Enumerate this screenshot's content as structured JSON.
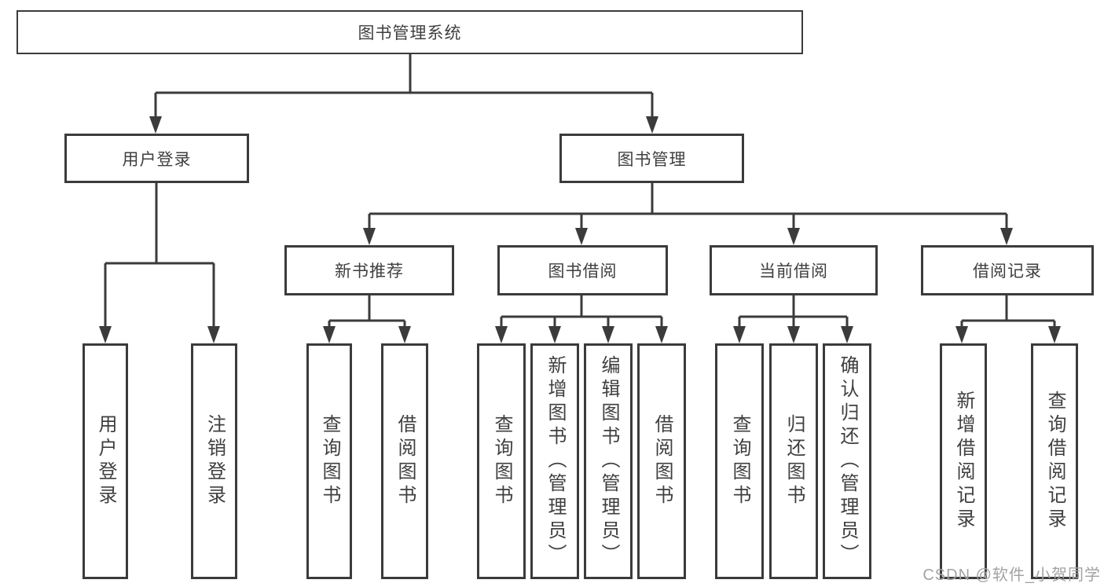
{
  "diagram": {
    "type": "tree",
    "title": "图书管理系统",
    "watermark": "CSDN @软件_小贺同学",
    "colors": {
      "line": "#3b3b3b",
      "box_border": "#3b3b3b",
      "box_bg": "#ffffff",
      "text": "#3f3f3f",
      "watermark": "#a3a3a3"
    },
    "nodes": {
      "root": {
        "label": "图书管理系统"
      },
      "user_login": {
        "label": "用户登录"
      },
      "book_mgmt": {
        "label": "图书管理"
      },
      "new_book_rec": {
        "label": "新书推荐"
      },
      "book_borrow": {
        "label": "图书借阅"
      },
      "current_borrow": {
        "label": "当前借阅"
      },
      "borrow_record": {
        "label": "借阅记录"
      },
      "leaf_user_login": {
        "label": "用户登录"
      },
      "leaf_logout": {
        "label": "注销登录"
      },
      "leaf_query_book_rec": {
        "label": "查询图书"
      },
      "leaf_borrow_book_rec": {
        "label": "借阅图书"
      },
      "leaf_query_book_borrow": {
        "label": "查询图书"
      },
      "leaf_add_book": {
        "label": "新增图书（管理员）"
      },
      "leaf_edit_book": {
        "label": "编辑图书（管理员）"
      },
      "leaf_borrow_book": {
        "label": "借阅图书"
      },
      "leaf_query_book_current": {
        "label": "查询图书"
      },
      "leaf_return_book": {
        "label": "归还图书"
      },
      "leaf_confirm_return": {
        "label": "确认归还（管理员）"
      },
      "leaf_add_record": {
        "label": "新增借阅记录"
      },
      "leaf_query_record": {
        "label": "查询借阅记录"
      }
    },
    "hierarchy": {
      "图书管理系统": [
        "用户登录",
        "图书管理"
      ],
      "用户登录": [
        "用户登录",
        "注销登录"
      ],
      "图书管理": [
        "新书推荐",
        "图书借阅",
        "当前借阅",
        "借阅记录"
      ],
      "新书推荐": [
        "查询图书",
        "借阅图书"
      ],
      "图书借阅": [
        "查询图书",
        "新增图书（管理员）",
        "编辑图书（管理员）",
        "借阅图书"
      ],
      "当前借阅": [
        "查询图书",
        "归还图书",
        "确认归还（管理员）"
      ],
      "借阅记录": [
        "新增借阅记录",
        "查询借阅记录"
      ]
    }
  }
}
